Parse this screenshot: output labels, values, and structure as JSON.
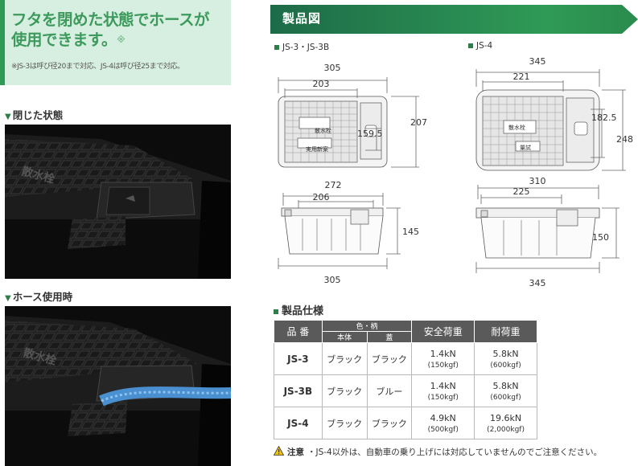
{
  "banner": {
    "line1": "フタを閉めた状態でホースが",
    "line2": "使用できます。",
    "mark": "※",
    "note": "※JS-3は呼び径20まで対応、JS-4は呼び径25まで対応。"
  },
  "closed_label": "閉じた状態",
  "hose_label": "ホース使用時",
  "lid_text": "散水栓",
  "drawing": {
    "title": "製品図",
    "js3_label": "JS-3・JS-3B",
    "js4_label": "JS-4",
    "js3": {
      "top_w_outer": "305",
      "top_w_inner": "203",
      "top_h_outer": "207",
      "top_h_inner": "159.5",
      "side_w_top": "272",
      "side_w_inner": "206",
      "side_h": "145",
      "side_w_bottom": "305",
      "lid_text": "散水栓",
      "plate_text": "実用新案"
    },
    "js4": {
      "top_w_outer": "345",
      "top_w_inner": "221",
      "top_h_outer": "248",
      "top_h_inner": "182.5",
      "side_w_top": "310",
      "side_w_inner": "225",
      "side_h": "150",
      "side_w_bottom": "345",
      "lid_text": "散水栓",
      "plate_text": "量試"
    }
  },
  "spec": {
    "title": "製品仕様",
    "headers": {
      "code": "品 番",
      "color_group": "色・柄",
      "body": "本体",
      "lid": "蓋",
      "safe_load": "安全荷重",
      "proof_load": "耐荷重"
    },
    "rows": [
      {
        "code": "JS-3",
        "body": "ブラック",
        "lid": "ブラック",
        "safe": "1.4kN",
        "safe_kgf": "(150kgf)",
        "proof": "5.8kN",
        "proof_kgf": "(600kgf)"
      },
      {
        "code": "JS-3B",
        "body": "ブラック",
        "lid": "ブルー",
        "safe": "1.4kN",
        "safe_kgf": "(150kgf)",
        "proof": "5.8kN",
        "proof_kgf": "(600kgf)"
      },
      {
        "code": "JS-4",
        "body": "ブラック",
        "lid": "ブラック",
        "safe": "4.9kN",
        "safe_kgf": "(500kgf)",
        "proof": "19.6kN",
        "proof_kgf": "(2,000kgf)"
      }
    ]
  },
  "caution": {
    "label": "注意",
    "text": "・JS-4以外は、自動車の乗り上げには対応していませんのでご注意ください。"
  },
  "colors": {
    "green": "#2f9a56",
    "banner_bg": "#d7efe0",
    "header_dark": "#1d6b48",
    "table_head": "#5a5a5a"
  }
}
